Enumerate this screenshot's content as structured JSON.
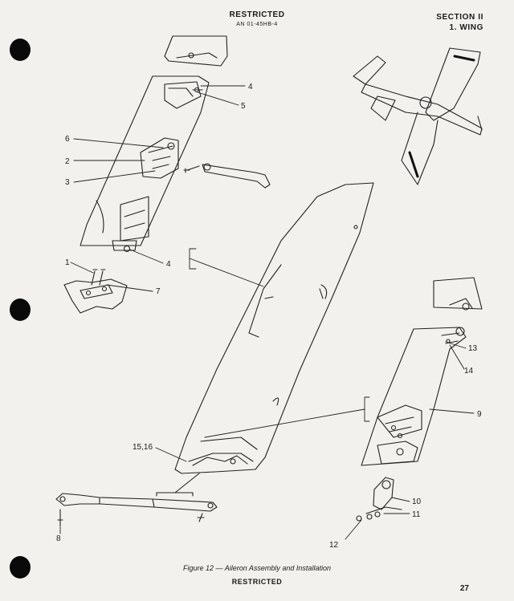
{
  "header": {
    "classification": "RESTRICTED",
    "document_number": "AN 01-45HB-4",
    "section": "SECTION II",
    "subsection": "1. WING"
  },
  "callouts": [
    {
      "id": "c4a",
      "text": "4"
    },
    {
      "id": "c5",
      "text": "5"
    },
    {
      "id": "c6",
      "text": "6"
    },
    {
      "id": "c2",
      "text": "2"
    },
    {
      "id": "c3",
      "text": "3"
    },
    {
      "id": "c4b",
      "text": "4"
    },
    {
      "id": "c1",
      "text": "1"
    },
    {
      "id": "c7",
      "text": "7"
    },
    {
      "id": "c13",
      "text": "13"
    },
    {
      "id": "c14",
      "text": "14"
    },
    {
      "id": "c9",
      "text": "9"
    },
    {
      "id": "c1516",
      "text": "15,16"
    },
    {
      "id": "c10",
      "text": "10"
    },
    {
      "id": "c11",
      "text": "11"
    },
    {
      "id": "c12",
      "text": "12"
    },
    {
      "id": "c8",
      "text": "8"
    }
  ],
  "caption": "Figure 12 — Aileron Assembly and Installation",
  "footer": {
    "classification": "RESTRICTED",
    "page_number": "27"
  }
}
